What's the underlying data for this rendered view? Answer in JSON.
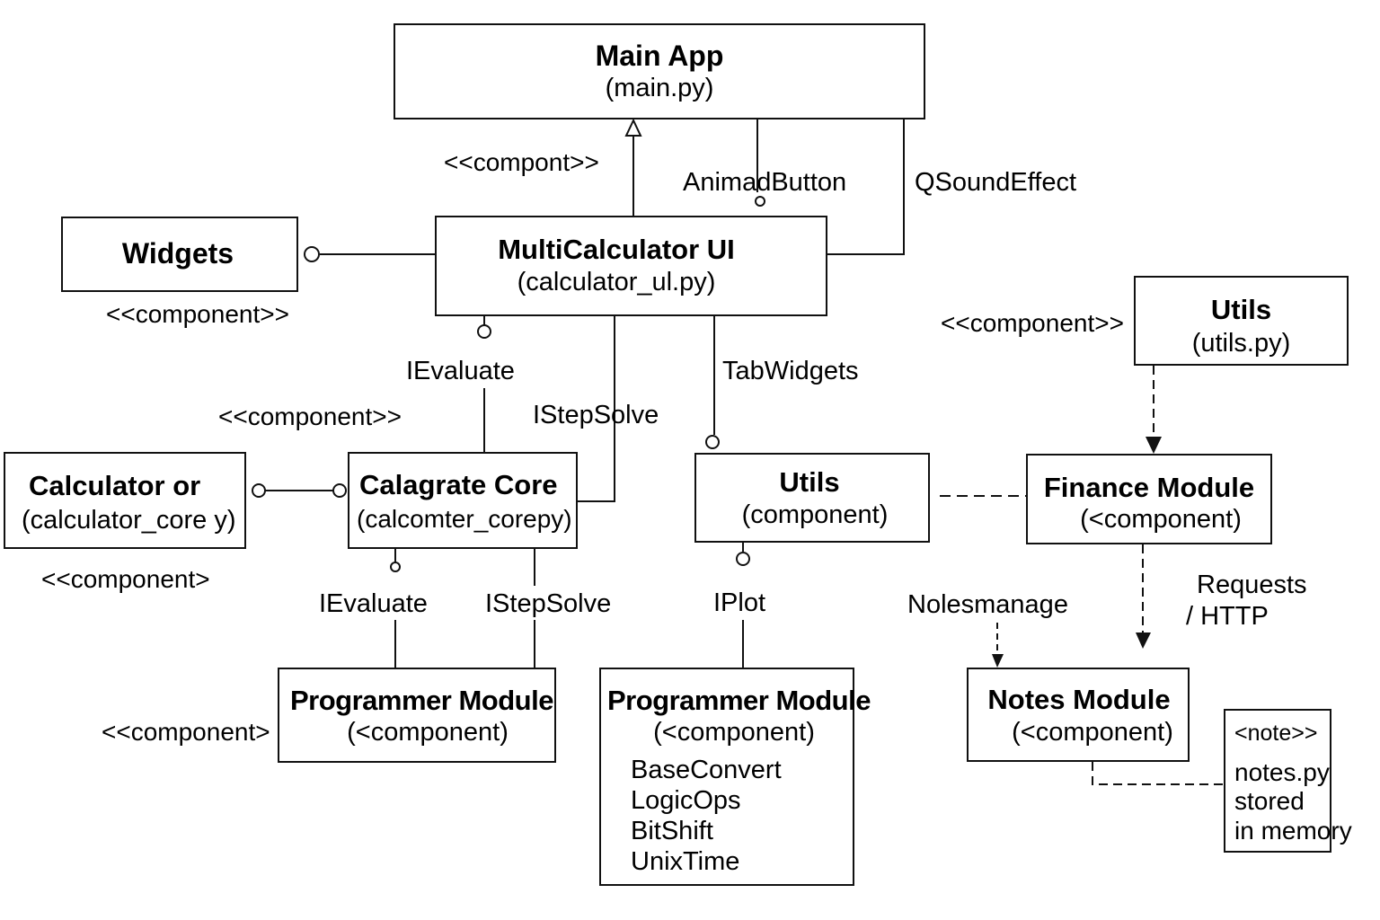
{
  "main_app": {
    "name": "Main App",
    "file": "(main.py)"
  },
  "main_ui": {
    "name": "MultiCalculator UI",
    "file": "(calculator_ul.py)"
  },
  "widgets": {
    "name": "Widgets",
    "stereotype": "<<component>>"
  },
  "utils_top": {
    "name": "Utils",
    "file": "(utils.py)",
    "stereotype": "<<component>>"
  },
  "calc_or": {
    "name": "Calculator or",
    "file": "(calculator_core y)",
    "stereotype": "<<component>"
  },
  "calagrate": {
    "name": "Calagrate Core",
    "file": "(calcomter_corepy)",
    "stereotype": "<<component>>"
  },
  "utils_mid": {
    "name": "Utils",
    "file": "(component)"
  },
  "finance": {
    "name": "Finance Module",
    "file": "(<component)"
  },
  "prog_left": {
    "name": "Programmer Module",
    "file": "(<component)",
    "stereotype": "<<component>"
  },
  "prog_right": {
    "name": "Programmer Module",
    "file": "(<component)",
    "items": [
      "BaseConvert",
      "LogicOps",
      "BitShift",
      "UnixTime"
    ]
  },
  "notes": {
    "name": "Notes Module",
    "file": "(<component)"
  },
  "note": {
    "stereotype": "<note>>",
    "lines": [
      "notes.py",
      "stored",
      "in memory"
    ]
  },
  "labels": {
    "compont": "<<compont>>",
    "animad_button": "AnimadButton",
    "qsound": "QSoundEffect",
    "ievaluate_top": "IEvaluate",
    "istepsolve_top": "IStepSolve",
    "tabwidgets": "TabWidgets",
    "ievaluate_bottom": "IEvaluate",
    "istepsolve_bottom": "IStepSolve",
    "iplot": "IPlot",
    "nolesmanage": "Nolesmanage",
    "requests_1": "Requests",
    "requests_2": "/ HTTP"
  }
}
